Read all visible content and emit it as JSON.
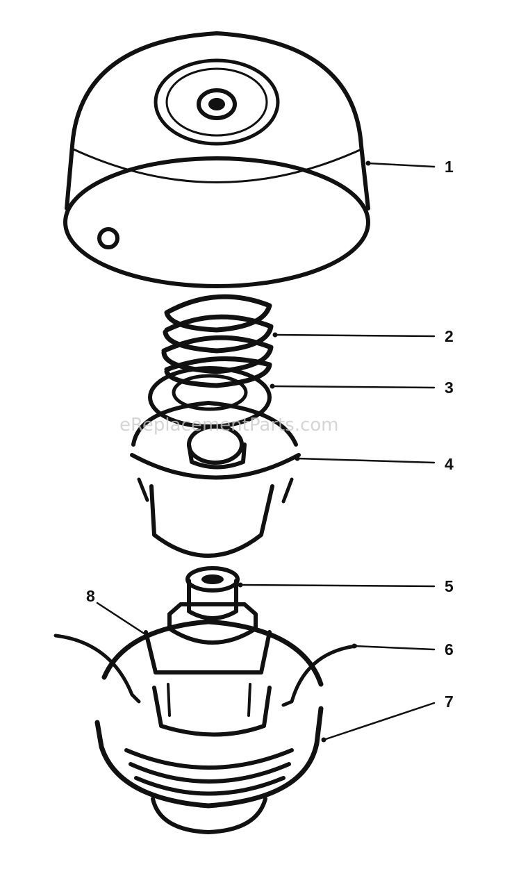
{
  "watermark": "eReplacementParts.com",
  "callouts": {
    "c1": "1",
    "c2": "2",
    "c3": "3",
    "c4": "4",
    "c5": "5",
    "c6": "6",
    "c7": "7",
    "c8": "8"
  },
  "colors": {
    "ink": "#111111",
    "background": "#ffffff",
    "watermark": "#c8c8c8"
  }
}
